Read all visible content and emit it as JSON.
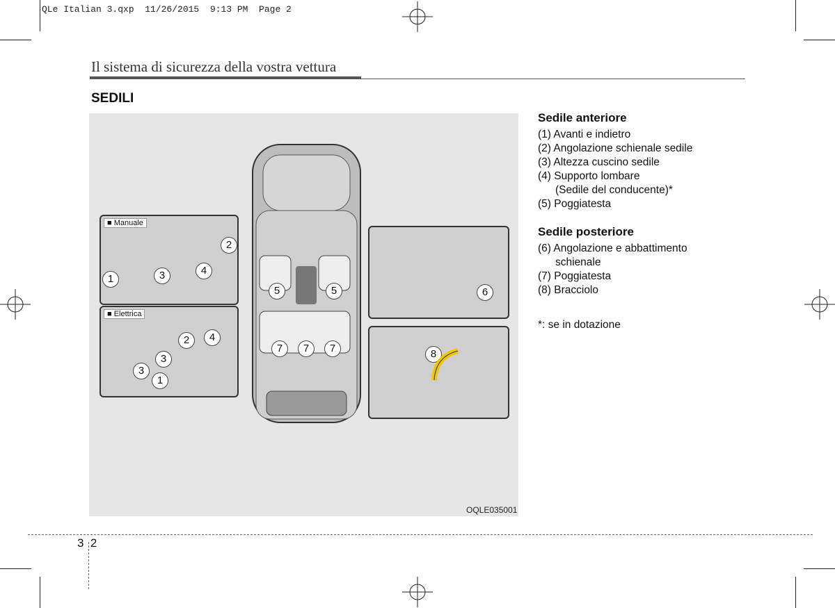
{
  "print_header": "QLe Italian 3.qxp  11/26/2015  9:13 PM  Page 2",
  "section_title": "Il sistema di sicurezza della vostra vettura",
  "heading": "SEDILI",
  "figure": {
    "code": "OQLE035001",
    "inset_manual_label": "Manuale",
    "inset_electric_label": "Elettrica",
    "callouts_manual": [
      "2",
      "3",
      "4",
      "1"
    ],
    "callouts_electric": [
      "2",
      "4",
      "3",
      "3",
      "1"
    ],
    "callouts_car": [
      "5",
      "5",
      "7",
      "7",
      "7"
    ],
    "callout_rear_seat": "6",
    "callout_armrest": "8"
  },
  "front": {
    "title": "Sedile anteriore",
    "items": [
      "(1) Avanti e indietro",
      "(2) Angolazione schienale sedile",
      "(3) Altezza cuscino sedile",
      "(4) Supporto lombare",
      "(Sedile del conducente)*",
      "(5) Poggiatesta"
    ]
  },
  "rear": {
    "title": "Sedile posteriore",
    "items": [
      "(6) Angolazione e abbattimento",
      "schienale",
      "(7) Poggiatesta",
      "(8) Bracciolo"
    ]
  },
  "footnote": "*: se in dotazione",
  "page_number": "3  2"
}
